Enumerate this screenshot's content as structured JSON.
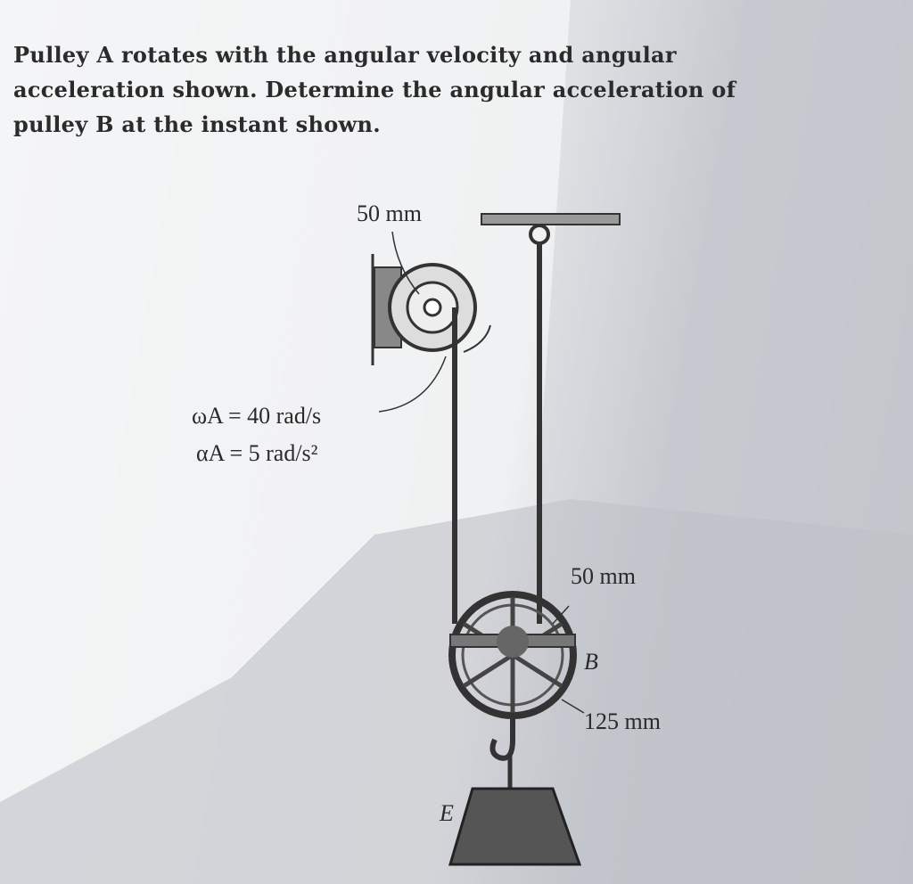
{
  "problem": {
    "lines": [
      "Pulley A rotates with the angular velocity and angular",
      "acceleration shown. Determine the angular acceleration of",
      "pulley B at the instant shown."
    ]
  },
  "figure": {
    "radius_a_label": "50 mm",
    "omega_a_label": "ωA = 40 rad/s",
    "alpha_a_label": "αA = 5 rad/s²",
    "radius_b_inner_label": "50 mm",
    "pulley_b_label": "B",
    "radius_b_outer_label": "125 mm",
    "weight_label": "E"
  }
}
